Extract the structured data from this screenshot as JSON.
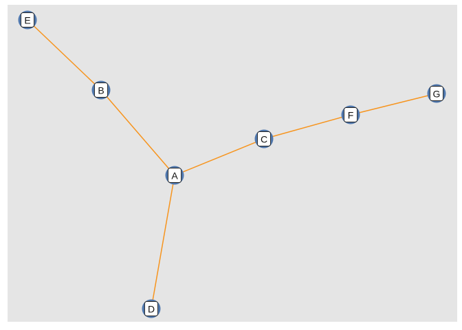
{
  "graph": {
    "colors": {
      "panel": "#e5e5e5",
      "edge": "#f7941d",
      "node_fill": "#4f77ad",
      "label_bg": "#ffffff",
      "label_text": "#111111"
    },
    "nodes": [
      {
        "id": "A",
        "label": "A"
      },
      {
        "id": "B",
        "label": "B"
      },
      {
        "id": "C",
        "label": "C"
      },
      {
        "id": "D",
        "label": "D"
      },
      {
        "id": "E",
        "label": "E"
      },
      {
        "id": "F",
        "label": "F"
      },
      {
        "id": "G",
        "label": "G"
      }
    ],
    "edges": [
      {
        "from": "E",
        "to": "B"
      },
      {
        "from": "B",
        "to": "A"
      },
      {
        "from": "A",
        "to": "C"
      },
      {
        "from": "C",
        "to": "F"
      },
      {
        "from": "F",
        "to": "G"
      },
      {
        "from": "A",
        "to": "D"
      }
    ]
  }
}
